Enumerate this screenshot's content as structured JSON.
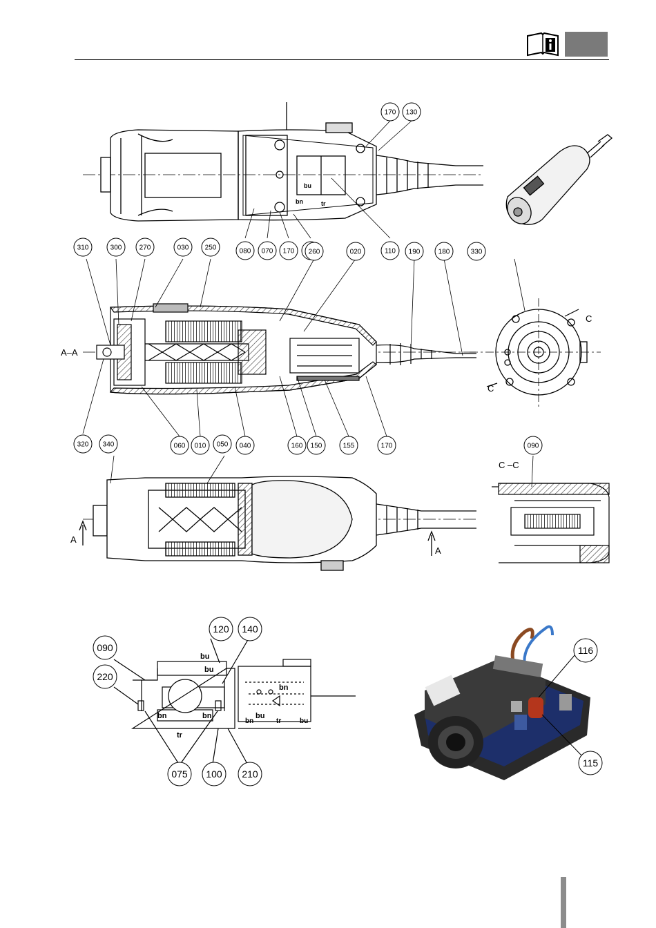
{
  "header": {
    "icon": "info-manual-icon",
    "tab_color": "#7a7a7a"
  },
  "figure_top": {
    "callouts_top": [
      "170",
      "130"
    ],
    "callouts_bottom": [
      "080",
      "070",
      "170",
      "075",
      "110"
    ],
    "wire_labels": [
      "bu",
      "bn",
      "tr"
    ]
  },
  "figure_section_aa": {
    "section_label": "A–A",
    "callouts_top": [
      "310",
      "300",
      "270",
      "030",
      "250",
      "260",
      "020",
      "190",
      "180"
    ],
    "callouts_bottom": [
      "320",
      "060",
      "010",
      "040",
      "160",
      "150",
      "155",
      "170"
    ]
  },
  "figure_end_view": {
    "callout": "330",
    "section_marks": [
      "C",
      "C"
    ]
  },
  "figure_outer_view": {
    "callouts": [
      "340",
      "050"
    ],
    "arrow_labels": [
      "A",
      "A"
    ]
  },
  "figure_section_cc": {
    "section_label": "C –C",
    "callout": "090"
  },
  "wiring_diagram": {
    "callouts": [
      "120",
      "140",
      "090",
      "220",
      "075",
      "100",
      "210"
    ],
    "wire_labels": [
      "bu",
      "bu",
      "bn",
      "bn",
      "tr",
      "bn",
      "bu",
      "bn",
      "tr",
      "bu"
    ]
  },
  "photo": {
    "callouts": [
      "116",
      "115"
    ]
  }
}
